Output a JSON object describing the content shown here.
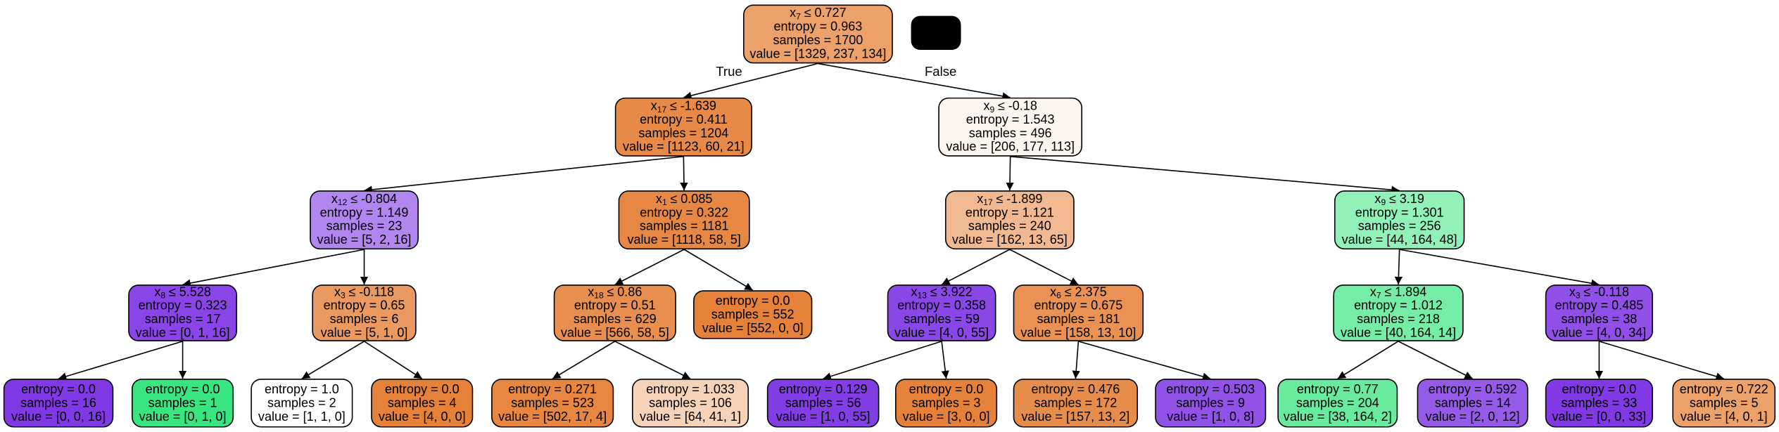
{
  "colors": {
    "orange": "#e58139",
    "green": "#39e581",
    "purple": "#8139e5",
    "border": "#000000",
    "redaction": "#000000"
  },
  "edge_labels": {
    "true_label": "True",
    "false_label": "False"
  },
  "nodes": [
    {
      "id": "n0",
      "split": {
        "var": "x",
        "sub": "7",
        "op": "≤",
        "threshold": "0.727"
      },
      "entropy": "entropy = 0.963",
      "samples": "samples = 1700",
      "value": "value = [1329, 237, 134]",
      "counts": [
        1329,
        237,
        134
      ]
    },
    {
      "id": "n1",
      "split": {
        "var": "x",
        "sub": "17",
        "op": "≤",
        "threshold": "-1.639"
      },
      "entropy": "entropy = 0.411",
      "samples": "samples = 1204",
      "value": "value = [1123, 60, 21]",
      "counts": [
        1123,
        60,
        21
      ]
    },
    {
      "id": "n2",
      "split": {
        "var": "x",
        "sub": "9",
        "op": "≤",
        "threshold": "-0.18"
      },
      "entropy": "entropy = 1.543",
      "samples": "samples = 496",
      "value": "value = [206, 177, 113]",
      "counts": [
        206,
        177,
        113
      ]
    },
    {
      "id": "n3",
      "split": {
        "var": "x",
        "sub": "12",
        "op": "≤",
        "threshold": "-0.804"
      },
      "entropy": "entropy = 1.149",
      "samples": "samples = 23",
      "value": "value = [5, 2, 16]",
      "counts": [
        5,
        2,
        16
      ]
    },
    {
      "id": "n4",
      "split": {
        "var": "x",
        "sub": "1",
        "op": "≤",
        "threshold": "0.085"
      },
      "entropy": "entropy = 0.322",
      "samples": "samples = 1181",
      "value": "value = [1118, 58, 5]",
      "counts": [
        1118,
        58,
        5
      ]
    },
    {
      "id": "n5",
      "split": {
        "var": "x",
        "sub": "17",
        "op": "≤",
        "threshold": "-1.899"
      },
      "entropy": "entropy = 1.121",
      "samples": "samples = 240",
      "value": "value = [162, 13, 65]",
      "counts": [
        162,
        13,
        65
      ]
    },
    {
      "id": "n6",
      "split": {
        "var": "x",
        "sub": "9",
        "op": "≤",
        "threshold": "3.19"
      },
      "entropy": "entropy = 1.301",
      "samples": "samples = 256",
      "value": "value = [44, 164, 48]",
      "counts": [
        44,
        164,
        48
      ]
    },
    {
      "id": "n7",
      "split": {
        "var": "x",
        "sub": "8",
        "op": "≤",
        "threshold": "5.528"
      },
      "entropy": "entropy = 0.323",
      "samples": "samples = 17",
      "value": "value = [0, 1, 16]",
      "counts": [
        0,
        1,
        16
      ]
    },
    {
      "id": "n8",
      "split": {
        "var": "x",
        "sub": "3",
        "op": "≤",
        "threshold": "-0.118"
      },
      "entropy": "entropy = 0.65",
      "samples": "samples = 6",
      "value": "value = [5, 1, 0]",
      "counts": [
        5,
        1,
        0
      ]
    },
    {
      "id": "n9",
      "split": {
        "var": "x",
        "sub": "18",
        "op": "≤",
        "threshold": "0.86"
      },
      "entropy": "entropy = 0.51",
      "samples": "samples = 629",
      "value": "value = [566, 58, 5]",
      "counts": [
        566,
        58,
        5
      ]
    },
    {
      "id": "n10",
      "split": null,
      "entropy": "entropy = 0.0",
      "samples": "samples = 552",
      "value": "value = [552, 0, 0]",
      "counts": [
        552,
        0,
        0
      ]
    },
    {
      "id": "n11",
      "split": {
        "var": "x",
        "sub": "13",
        "op": "≤",
        "threshold": "3.922"
      },
      "entropy": "entropy = 0.358",
      "samples": "samples = 59",
      "value": "value = [4, 0, 55]",
      "counts": [
        4,
        0,
        55
      ]
    },
    {
      "id": "n12",
      "split": {
        "var": "x",
        "sub": "6",
        "op": "≤",
        "threshold": "2.375"
      },
      "entropy": "entropy = 0.675",
      "samples": "samples = 181",
      "value": "value = [158, 13, 10]",
      "counts": [
        158,
        13,
        10
      ]
    },
    {
      "id": "n13",
      "split": {
        "var": "x",
        "sub": "7",
        "op": "≤",
        "threshold": "1.894"
      },
      "entropy": "entropy = 1.012",
      "samples": "samples = 218",
      "value": "value = [40, 164, 14]",
      "counts": [
        40,
        164,
        14
      ]
    },
    {
      "id": "n14",
      "split": {
        "var": "x",
        "sub": "3",
        "op": "≤",
        "threshold": "-0.118"
      },
      "entropy": "entropy = 0.485",
      "samples": "samples = 38",
      "value": "value = [4, 0, 34]",
      "counts": [
        4,
        0,
        34
      ]
    },
    {
      "id": "n15",
      "split": null,
      "entropy": "entropy = 0.0",
      "samples": "samples = 16",
      "value": "value = [0, 0, 16]",
      "counts": [
        0,
        0,
        16
      ]
    },
    {
      "id": "n16",
      "split": null,
      "entropy": "entropy = 0.0",
      "samples": "samples = 1",
      "value": "value = [0, 1, 0]",
      "counts": [
        0,
        1,
        0
      ]
    },
    {
      "id": "n17",
      "split": null,
      "entropy": "entropy = 1.0",
      "samples": "samples = 2",
      "value": "value = [1, 1, 0]",
      "counts": [
        1,
        1,
        0
      ]
    },
    {
      "id": "n18",
      "split": null,
      "entropy": "entropy = 0.0",
      "samples": "samples = 4",
      "value": "value = [4, 0, 0]",
      "counts": [
        4,
        0,
        0
      ]
    },
    {
      "id": "n19",
      "split": null,
      "entropy": "entropy = 0.271",
      "samples": "samples = 523",
      "value": "value = [502, 17, 4]",
      "counts": [
        502,
        17,
        4
      ]
    },
    {
      "id": "n20",
      "split": null,
      "entropy": "entropy = 1.033",
      "samples": "samples = 106",
      "value": "value = [64, 41, 1]",
      "counts": [
        64,
        41,
        1
      ]
    },
    {
      "id": "n21",
      "split": null,
      "entropy": "entropy = 0.129",
      "samples": "samples = 56",
      "value": "value = [1, 0, 55]",
      "counts": [
        1,
        0,
        55
      ]
    },
    {
      "id": "n22",
      "split": null,
      "entropy": "entropy = 0.0",
      "samples": "samples = 3",
      "value": "value = [3, 0, 0]",
      "counts": [
        3,
        0,
        0
      ]
    },
    {
      "id": "n23",
      "split": null,
      "entropy": "entropy = 0.476",
      "samples": "samples = 172",
      "value": "value = [157, 13, 2]",
      "counts": [
        157,
        13,
        2
      ]
    },
    {
      "id": "n24",
      "split": null,
      "entropy": "entropy = 0.503",
      "samples": "samples = 9",
      "value": "value = [1, 0, 8]",
      "counts": [
        1,
        0,
        8
      ]
    },
    {
      "id": "n25",
      "split": null,
      "entropy": "entropy = 0.77",
      "samples": "samples = 204",
      "value": "value = [38, 164, 2]",
      "counts": [
        38,
        164,
        2
      ]
    },
    {
      "id": "n26",
      "split": null,
      "entropy": "entropy = 0.592",
      "samples": "samples = 14",
      "value": "value = [2, 0, 12]",
      "counts": [
        2,
        0,
        12
      ]
    },
    {
      "id": "n27",
      "split": null,
      "entropy": "entropy = 0.0",
      "samples": "samples = 33",
      "value": "value = [0, 0, 33]",
      "counts": [
        0,
        0,
        33
      ]
    },
    {
      "id": "n28",
      "split": null,
      "entropy": "entropy = 0.722",
      "samples": "samples = 5",
      "value": "value = [4, 0, 1]",
      "counts": [
        4,
        0,
        1
      ]
    }
  ],
  "edges": [
    [
      "n0",
      "n1"
    ],
    [
      "n0",
      "n2"
    ],
    [
      "n1",
      "n3"
    ],
    [
      "n1",
      "n4"
    ],
    [
      "n2",
      "n5"
    ],
    [
      "n2",
      "n6"
    ],
    [
      "n3",
      "n7"
    ],
    [
      "n3",
      "n8"
    ],
    [
      "n4",
      "n9"
    ],
    [
      "n4",
      "n10"
    ],
    [
      "n5",
      "n11"
    ],
    [
      "n5",
      "n12"
    ],
    [
      "n6",
      "n13"
    ],
    [
      "n6",
      "n14"
    ],
    [
      "n7",
      "n15"
    ],
    [
      "n7",
      "n16"
    ],
    [
      "n8",
      "n17"
    ],
    [
      "n8",
      "n18"
    ],
    [
      "n9",
      "n19"
    ],
    [
      "n9",
      "n20"
    ],
    [
      "n11",
      "n21"
    ],
    [
      "n11",
      "n22"
    ],
    [
      "n12",
      "n23"
    ],
    [
      "n12",
      "n24"
    ],
    [
      "n13",
      "n25"
    ],
    [
      "n13",
      "n26"
    ],
    [
      "n14",
      "n27"
    ],
    [
      "n14",
      "n28"
    ]
  ]
}
